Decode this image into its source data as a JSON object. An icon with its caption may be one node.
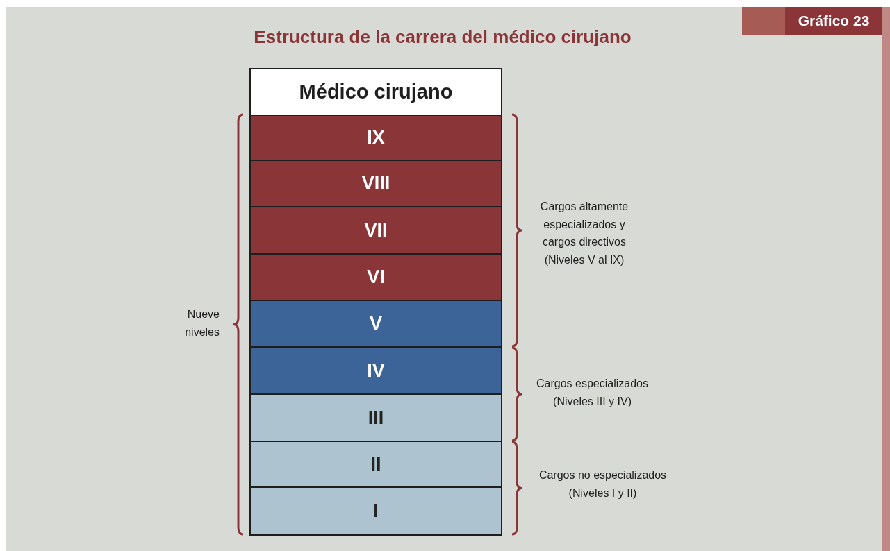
{
  "diagram": {
    "title": "Estructura de la carrera del médico cirujano",
    "nodes": [
      {
        "text": [
          "Médico cirujano"
        ]
      },
      {
        "text": [
          "IX"
        ]
      },
      {
        "text": [
          "VIII"
        ]
      },
      {
        "text": [
          "VII"
        ]
      },
      {
        "text": [
          "VI"
        ]
      },
      {
        "text": [
          "V"
        ]
      },
      {
        "text": [
          "IV"
        ]
      },
      {
        "text": [
          "III"
        ]
      },
      {
        "text": [
          "II"
        ]
      },
      {
        "text": [
          "I"
        ]
      }
    ],
    "edges": [],
    "labels": [
      "Gráfico 23",
      "Nueve niveles",
      "Cargos altamente especializados y cargos directivos",
      "(Niveles V al IX)",
      "Cargos especializados",
      "(Niveles III y IV)",
      "Cargos no especializados",
      "(Niveles I y II)"
    ]
  }
}
